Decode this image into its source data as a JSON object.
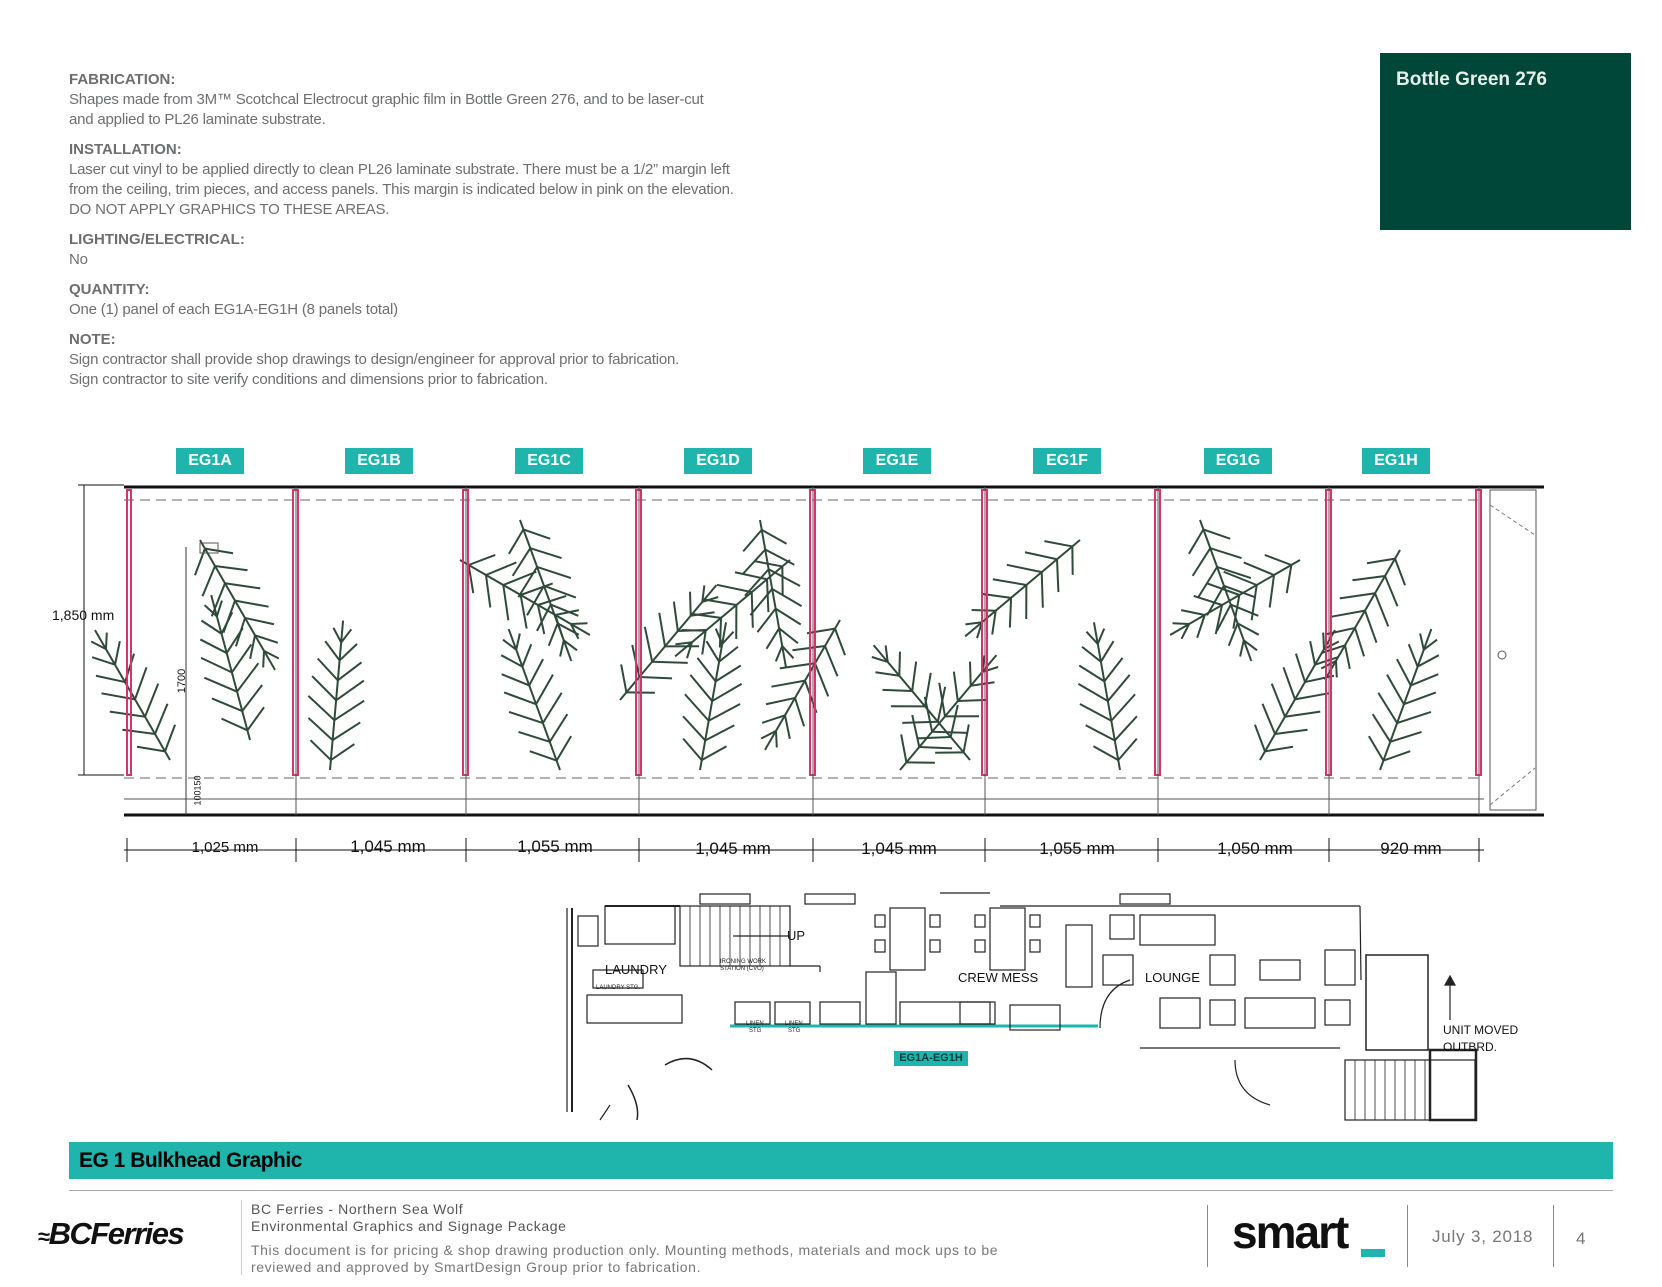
{
  "spec": [
    {
      "heading": "FABRICATION:",
      "body": "Shapes made from 3M™ Scotchcal Electrocut graphic film in Bottle Green 276, and to be laser-cut and applied to PL26 laminate substrate."
    },
    {
      "heading": "INSTALLATION:",
      "body": "Laser cut vinyl to be applied directly to clean PL26 laminate substrate. There must be a 1/2” margin left from the ceiling, trim pieces, and access panels. This margin is indicated below in pink on the elevation. DO NOT APPLY GRAPHICS TO THESE AREAS."
    },
    {
      "heading": "LIGHTING/ELECTRICAL:",
      "body": "No"
    },
    {
      "heading": "QUANTITY:",
      "body": "One (1) panel of each EG1A-EG1H (8 panels total)"
    },
    {
      "heading": "NOTE:",
      "body": "Sign contractor shall provide shop drawings to design/engineer for approval prior to fabrication. Sign contractor to site verify conditions and dimensions prior to fabrication."
    }
  ],
  "swatch": {
    "label": "Bottle Green 276",
    "color": "#00473a"
  },
  "colors": {
    "accent": "#1fb5ad",
    "margin_pink": "#d6336c",
    "foliage": "#2f4a3a"
  },
  "elevation": {
    "panels": [
      "EG1A",
      "EG1B",
      "EG1C",
      "EG1D",
      "EG1E",
      "EG1F",
      "EG1G",
      "EG1H"
    ],
    "widths": [
      "1,025 mm",
      "1,045 mm",
      "1,055 mm",
      "1,045 mm",
      "1,045 mm",
      "1,055 mm",
      "1,050 mm",
      "920 mm"
    ],
    "height": "1,850 mm",
    "inner_height": "1700",
    "base_dims": "100",
    "base_dims_2": "150"
  },
  "floorplan": {
    "labels": {
      "up": "UP",
      "laundry": "LAUNDRY",
      "crew_mess": "CREW MESS",
      "lounge": "LOUNGE",
      "unit_moved_1": "UNIT MOVED",
      "unit_moved_2": "OUTBRD."
    },
    "small": {
      "ironing_1": "IRONING WORK",
      "ironing_2": "STATION (CVO)",
      "laundry_stg": "LAUNDRY STG.",
      "linen_1": "LINEN",
      "linen_stg": "STG",
      "linen_2": "LINEN",
      "linen_stg_2": "STG"
    },
    "tag": "EG1A-EG1H"
  },
  "title": "EG 1 Bulkhead Graphic",
  "footer": {
    "brand": "BCFerries",
    "project_line1": "BC Ferries - Northern Sea Wolf",
    "project_line2": "Environmental Graphics and Signage Package",
    "disclaimer_line1": "This document is for pricing & shop drawing production only. Mounting methods, materials and mock ups to be",
    "disclaimer_line2": "reviewed and approved by SmartDesign Group prior to fabrication.",
    "agency": "smart",
    "date": "July 3, 2018",
    "page": "4"
  }
}
